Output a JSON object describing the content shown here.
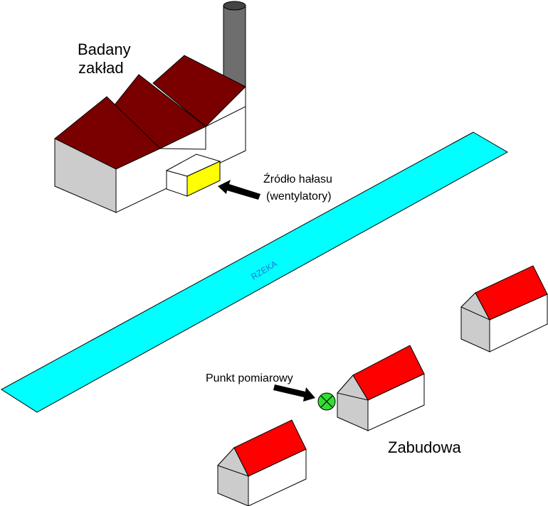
{
  "labels": {
    "factory_line1": "Badany",
    "factory_line2": "zakład",
    "noise_line1": "Źródło hałasu",
    "noise_line2": "(wentylatory)",
    "river": "RZEKA",
    "measure_point": "Punkt pomiarowy",
    "buildings": "Zabudowa"
  },
  "colors": {
    "factory_roof": "#7a0000",
    "factory_side": "#cccccc",
    "factory_front": "#ffffff",
    "chimney": "#6e6e6e",
    "noise_source_front": "#ffff00",
    "river": "#00ffff",
    "house_roof": "#ff0000",
    "house_roof_side": "#cccccc",
    "house_side": "#cccccc",
    "house_front": "#ffffff",
    "measure_point": "#33dd33"
  },
  "icons": [
    "arrow-right-icon",
    "measurement-point-icon"
  ]
}
